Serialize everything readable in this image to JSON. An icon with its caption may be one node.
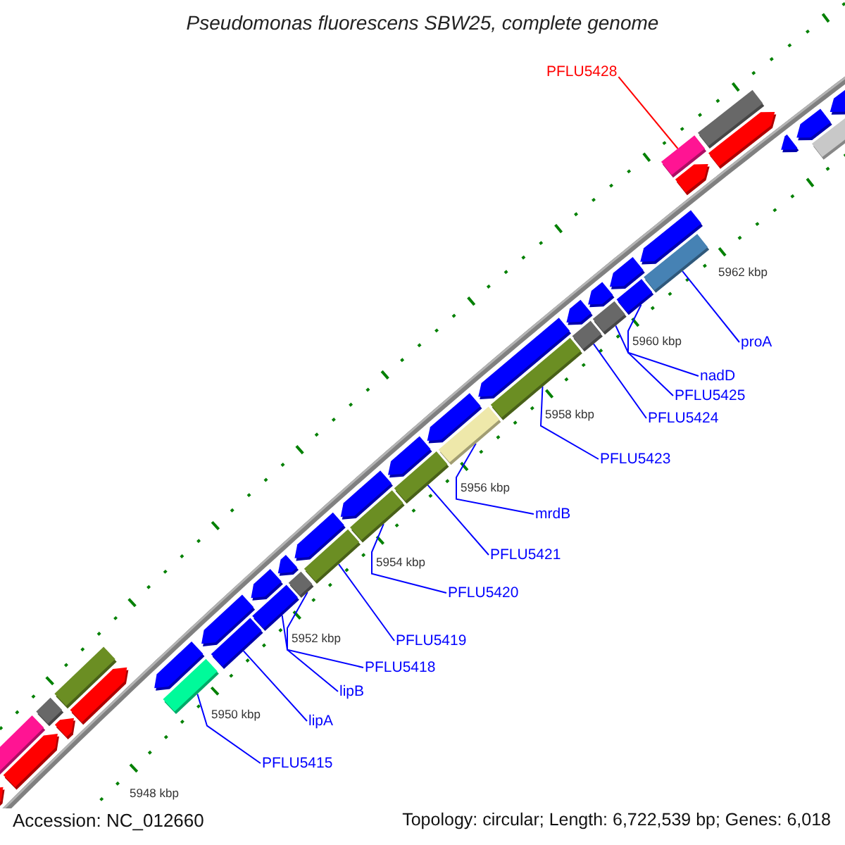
{
  "diagram": {
    "title": "Pseudomonas fluorescens SBW25, complete genome",
    "nodes": [
      {
        "text": [
          "PFLU5428"
        ]
      },
      {
        "text": [
          "proA"
        ]
      },
      {
        "text": [
          "nadD"
        ]
      },
      {
        "text": [
          "PFLU5425"
        ]
      },
      {
        "text": [
          "PFLU5424"
        ]
      },
      {
        "text": [
          "PFLU5423"
        ]
      },
      {
        "text": [
          "mrdB"
        ]
      },
      {
        "text": [
          "PFLU5421"
        ]
      },
      {
        "text": [
          "PFLU5420"
        ]
      },
      {
        "text": [
          "PFLU5419"
        ]
      },
      {
        "text": [
          "PFLU5418"
        ]
      },
      {
        "text": [
          "lipB"
        ]
      },
      {
        "text": [
          "lipA"
        ]
      },
      {
        "text": [
          "PFLU5415"
        ]
      },
      {
        "text": [],
        "shape": "pentagon"
      },
      {
        "text": [],
        "shape": "box"
      },
      {
        "text": [],
        "shape": "pentagon"
      },
      {
        "text": [],
        "shape": "box"
      },
      {
        "text": [],
        "shape": "pentagon"
      },
      {
        "text": [],
        "shape": "box"
      },
      {
        "text": [],
        "shape": "pentagon"
      },
      {
        "text": [],
        "shape": "box"
      },
      {
        "text": [],
        "shape": "pentagon"
      },
      {
        "text": [],
        "shape": "pentagon"
      },
      {
        "text": [],
        "shape": "box"
      },
      {
        "text": [],
        "shape": "box"
      },
      {
        "text": [],
        "shape": "pentagon"
      },
      {
        "text": [],
        "shape": "pentagon"
      },
      {
        "text": [],
        "shape": "box"
      },
      {
        "text": [],
        "shape": "pentagon"
      },
      {
        "text": [],
        "shape": "box"
      },
      {
        "text": [],
        "shape": "pentagon"
      },
      {
        "text": [],
        "shape": "box"
      },
      {
        "text": [],
        "shape": "box"
      },
      {
        "text": [],
        "shape": "pentagon"
      },
      {
        "text": [],
        "shape": "pentagon"
      },
      {
        "text": [],
        "shape": "box"
      },
      {
        "text": [],
        "shape": "pentagon"
      },
      {
        "text": [],
        "shape": "box"
      },
      {
        "text": [],
        "shape": "box"
      },
      {
        "text": [],
        "shape": "pentagon"
      },
      {
        "text": [],
        "shape": "box"
      },
      {
        "text": [],
        "shape": "pentagon"
      },
      {
        "text": [],
        "shape": "box"
      },
      {
        "text": [],
        "shape": "pentagon"
      },
      {
        "text": [],
        "shape": "box"
      },
      {
        "text": [],
        "shape": "pentagon"
      },
      {
        "text": [],
        "shape": "box"
      },
      {
        "text": [],
        "shape": "pentagon"
      },
      {
        "text": [],
        "shape": "pentagon"
      },
      {
        "text": [],
        "shape": "box"
      },
      {
        "text": [],
        "shape": "pentagon"
      },
      {
        "text": [],
        "shape": "pentagon"
      },
      {
        "text": [],
        "shape": "box"
      },
      {
        "text": [],
        "shape": "pentagon"
      }
    ],
    "edges": [
      {
        "from": 0,
        "to": 47,
        "arrow": "none",
        "color": "#ff0000"
      },
      {
        "from": 1,
        "to": 45,
        "arrow": "none"
      },
      {
        "from": 2,
        "to": 43,
        "arrow": "none"
      },
      {
        "from": 3,
        "to": 41,
        "arrow": "none"
      },
      {
        "from": 4,
        "to": 39,
        "arrow": "none"
      },
      {
        "from": 5,
        "to": 38,
        "arrow": "none"
      },
      {
        "from": 6,
        "to": 36,
        "arrow": "none"
      },
      {
        "from": 7,
        "to": 33,
        "arrow": "none"
      },
      {
        "from": 8,
        "to": 32,
        "arrow": "none"
      },
      {
        "from": 9,
        "to": 30,
        "arrow": "none"
      },
      {
        "from": 10,
        "to": 28,
        "arrow": "none"
      },
      {
        "from": 11,
        "to": 25,
        "arrow": "none"
      },
      {
        "from": 12,
        "to": 24,
        "arrow": "none"
      },
      {
        "from": 13,
        "to": 21,
        "arrow": "none"
      }
    ],
    "labels": [
      "5962 kbp",
      "5960 kbp",
      "5958 kbp",
      "5956 kbp",
      "5954 kbp",
      "5952 kbp",
      "5950 kbp",
      "5948 kbp",
      "Accession: NC_012660",
      "Topology: circular; Length: 6,722,539 bp; Genes: 6,018"
    ]
  }
}
